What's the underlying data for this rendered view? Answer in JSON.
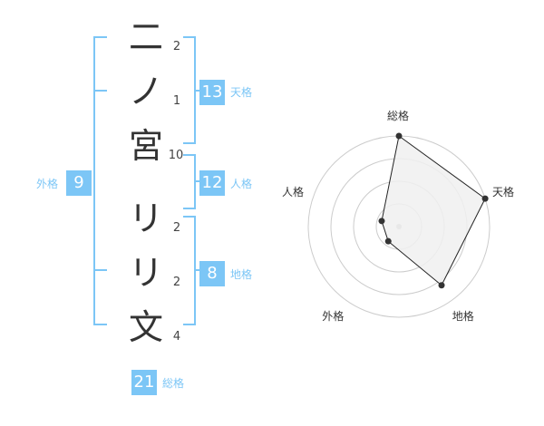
{
  "name": {
    "chars": [
      "二",
      "ノ",
      "宮",
      "リ",
      "リ",
      "文"
    ],
    "strokes": [
      "2",
      "1",
      "10",
      "2",
      "2",
      "4"
    ]
  },
  "scores": {
    "tenkaku": {
      "value": "13",
      "label": "天格"
    },
    "jinkaku": {
      "value": "12",
      "label": "人格"
    },
    "chikaku": {
      "value": "8",
      "label": "地格"
    },
    "gaikaku": {
      "value": "9",
      "label": "外格"
    },
    "soukaku": {
      "value": "21",
      "label": "総格"
    }
  },
  "chart_data": {
    "type": "radar",
    "axes": [
      "総格",
      "天格",
      "地格",
      "外格",
      "人格"
    ],
    "values": [
      1.0,
      1.0,
      0.8,
      0.2,
      0.2
    ],
    "rings": 4,
    "colors": {
      "fill": "#f0f0f0",
      "line": "#222222",
      "grid": "#cccccc"
    }
  }
}
